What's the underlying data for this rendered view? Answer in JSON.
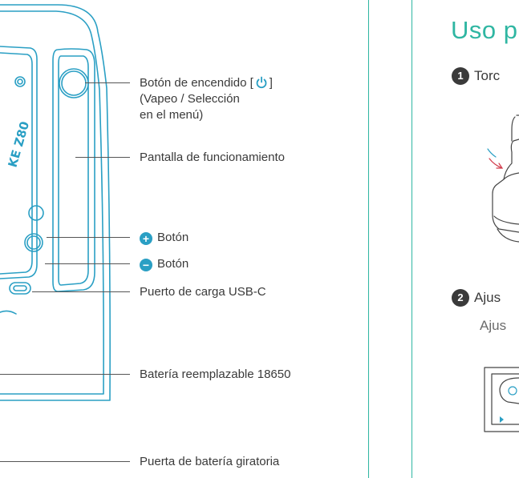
{
  "colors": {
    "accent": "#2fb6a2",
    "device_line": "#2a9fc4",
    "text": "#3a3a3a"
  },
  "callouts": {
    "power_button": {
      "line1_prefix": "Botón de encendido [",
      "line1_suffix": "]",
      "line2": "(Vapeo / Selección",
      "line3": "en el menú)",
      "icon": "power-icon"
    },
    "display": "Pantalla de funcionamiento",
    "plus_button": "Botón",
    "minus_button": "Botón",
    "usb_port": "Puerto de carga USB-C",
    "battery": "Batería reemplazable 18650",
    "battery_door": "Puerta de batería giratoria"
  },
  "device": {
    "brand_text": "KE Z80"
  },
  "right_section": {
    "title": "Uso p",
    "step1": {
      "number": "1",
      "text": "Torc"
    },
    "step2": {
      "number": "2",
      "text": "Ajus",
      "subtext": "Ajus"
    }
  }
}
